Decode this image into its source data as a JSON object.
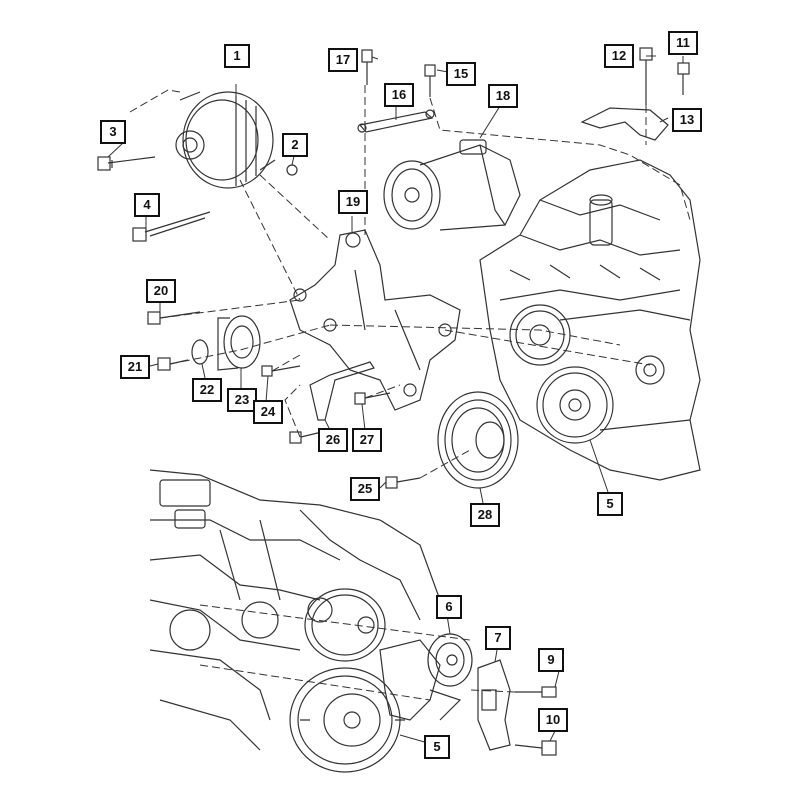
{
  "callouts": {
    "c1": "1",
    "c2": "2",
    "c3": "3",
    "c4": "4",
    "c5a": "5",
    "c5b": "5",
    "c6": "6",
    "c7": "7",
    "c9": "9",
    "c10": "10",
    "c11": "11",
    "c12": "12",
    "c13": "13",
    "c15": "15",
    "c16": "16",
    "c17": "17",
    "c18": "18",
    "c19": "19",
    "c20": "20",
    "c21": "21",
    "c22": "22",
    "c23": "23",
    "c24": "24",
    "c25": "25",
    "c26": "26",
    "c27": "27",
    "c28": "28"
  },
  "colors": {
    "line": "#333333",
    "background": "#ffffff",
    "callout_border": "#111111"
  }
}
